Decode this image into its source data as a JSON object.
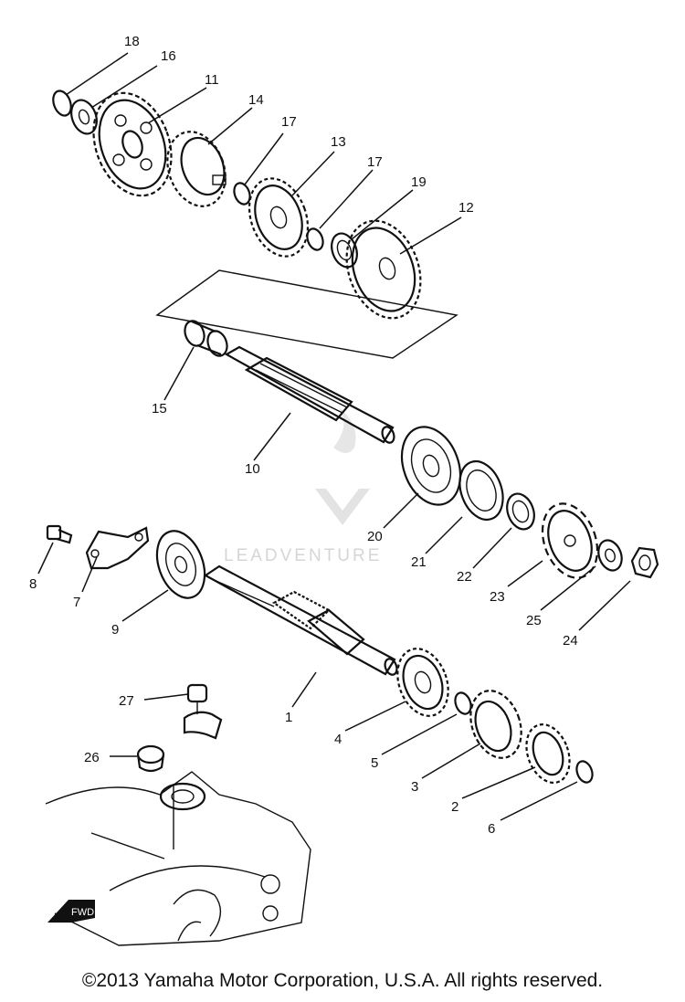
{
  "watermark": {
    "brand": "LEADVENTURE"
  },
  "callouts": [
    {
      "id": "18",
      "label": "18"
    },
    {
      "id": "16",
      "label": "16"
    },
    {
      "id": "11",
      "label": "11"
    },
    {
      "id": "14",
      "label": "14"
    },
    {
      "id": "17a",
      "label": "17"
    },
    {
      "id": "13",
      "label": "13"
    },
    {
      "id": "17b",
      "label": "17"
    },
    {
      "id": "19",
      "label": "19"
    },
    {
      "id": "12",
      "label": "12"
    },
    {
      "id": "15",
      "label": "15"
    },
    {
      "id": "10",
      "label": "10"
    },
    {
      "id": "20",
      "label": "20"
    },
    {
      "id": "21",
      "label": "21"
    },
    {
      "id": "22",
      "label": "22"
    },
    {
      "id": "23",
      "label": "23"
    },
    {
      "id": "25",
      "label": "25"
    },
    {
      "id": "24",
      "label": "24"
    },
    {
      "id": "8",
      "label": "8"
    },
    {
      "id": "7",
      "label": "7"
    },
    {
      "id": "9",
      "label": "9"
    },
    {
      "id": "1",
      "label": "1"
    },
    {
      "id": "4",
      "label": "4"
    },
    {
      "id": "5",
      "label": "5"
    },
    {
      "id": "3",
      "label": "3"
    },
    {
      "id": "2",
      "label": "2"
    },
    {
      "id": "6",
      "label": "6"
    },
    {
      "id": "27",
      "label": "27"
    },
    {
      "id": "26",
      "label": "26"
    }
  ],
  "fwd_mark": "FWD",
  "copyright": "©2013 Yamaha Motor Corporation, U.S.A. All rights reserved."
}
